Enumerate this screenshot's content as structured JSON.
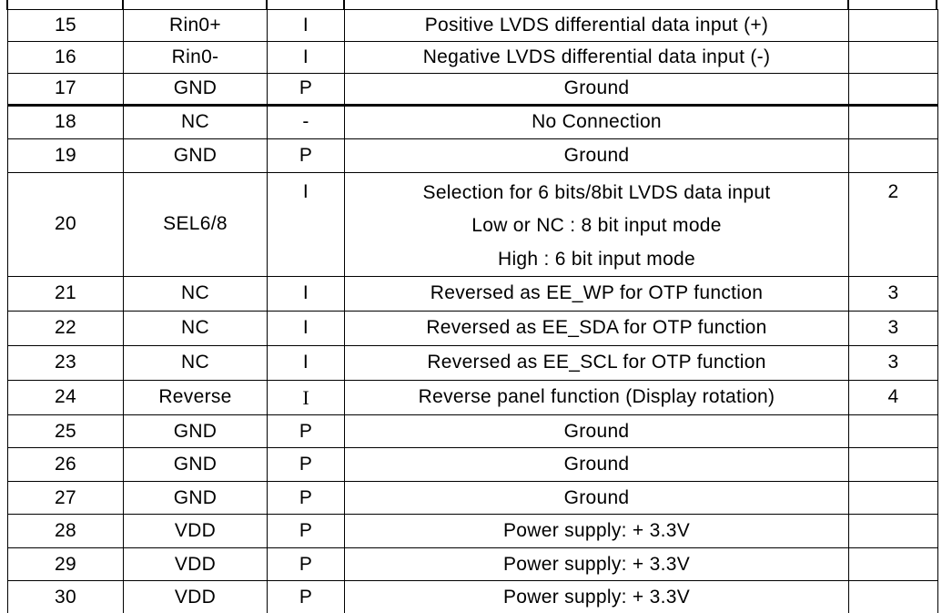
{
  "pin_table": {
    "rows": [
      {
        "pin": "15",
        "name": "Rin0+",
        "io": "I",
        "description": "Positive LVDS differential data input (+)",
        "remark": ""
      },
      {
        "pin": "16",
        "name": "Rin0-",
        "io": "I",
        "description": "Negative LVDS differential data input (-)",
        "remark": ""
      },
      {
        "pin": "17",
        "name": "GND",
        "io": "P",
        "description": "Ground",
        "remark": ""
      },
      {
        "pin": "18",
        "name": "NC",
        "io": "-",
        "description": "No Connection",
        "remark": ""
      },
      {
        "pin": "19",
        "name": "GND",
        "io": "P",
        "description": "Ground",
        "remark": ""
      },
      {
        "pin": "20",
        "name": "SEL6/8",
        "io": "I",
        "description_lines": [
          "Selection for 6 bits/8bit LVDS data input",
          "Low or NC : 8 bit input mode",
          "High : 6 bit input mode"
        ],
        "remark": "2"
      },
      {
        "pin": "21",
        "name": "NC",
        "io": "I",
        "description": "Reversed as EE_WP for OTP function",
        "remark": "3"
      },
      {
        "pin": "22",
        "name": "NC",
        "io": "I",
        "description": "Reversed as EE_SDA for OTP function",
        "remark": "3"
      },
      {
        "pin": "23",
        "name": "NC",
        "io": "I",
        "description": "Reversed as EE_SCL for OTP function",
        "remark": "3"
      },
      {
        "pin": "24",
        "name": "Reverse",
        "io": "I",
        "description": "Reverse panel function (Display rotation)",
        "remark": "4"
      },
      {
        "pin": "25",
        "name": "GND",
        "io": "P",
        "description": "Ground",
        "remark": ""
      },
      {
        "pin": "26",
        "name": "GND",
        "io": "P",
        "description": "Ground",
        "remark": ""
      },
      {
        "pin": "27",
        "name": "GND",
        "io": "P",
        "description": "Ground",
        "remark": ""
      },
      {
        "pin": "28",
        "name": "VDD",
        "io": "P",
        "description": "Power supply: + 3.3V",
        "remark": ""
      },
      {
        "pin": "29",
        "name": "VDD",
        "io": "P",
        "description": "Power supply: + 3.3V",
        "remark": ""
      },
      {
        "pin": "30",
        "name": "VDD",
        "io": "P",
        "description": "Power supply: + 3.3V",
        "remark": ""
      }
    ]
  }
}
